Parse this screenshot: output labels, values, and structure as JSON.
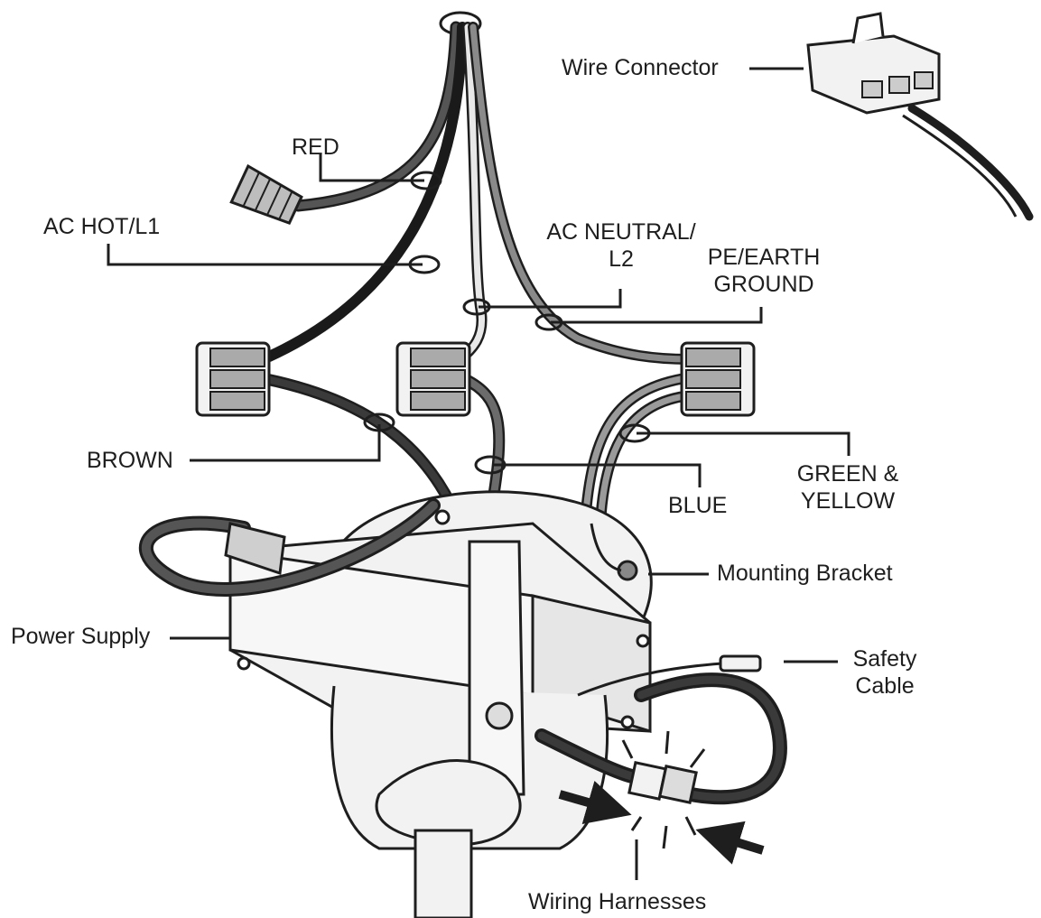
{
  "labels": {
    "wire_connector": "Wire Connector",
    "red": "RED",
    "ac_hot": "AC HOT/L1",
    "ac_neutral_1": "AC NEUTRAL/",
    "ac_neutral_2": "L2",
    "pe_earth_1": "PE/EARTH",
    "pe_earth_2": "GROUND",
    "brown": "BROWN",
    "blue": "BLUE",
    "green_yellow_1": "GREEN &",
    "green_yellow_2": "YELLOW",
    "mounting_bracket": "Mounting Bracket",
    "power_supply": "Power Supply",
    "safety_cable_1": "Safety",
    "safety_cable_2": "Cable",
    "wiring_harnesses": "Wiring Harnesses"
  },
  "colors": {
    "line": "#1e1e1e",
    "ac_hot_wire": "#1a1a1a",
    "red_wire": "#555555",
    "neutral_wire": "#e8e8e8",
    "earth_wire": "#8a8a8a",
    "brown_wire": "#3a3a3a",
    "blue_wire": "#6b6b6b",
    "green_yellow_wire": "#9a9a9a",
    "metal": "#f2f2f2"
  }
}
